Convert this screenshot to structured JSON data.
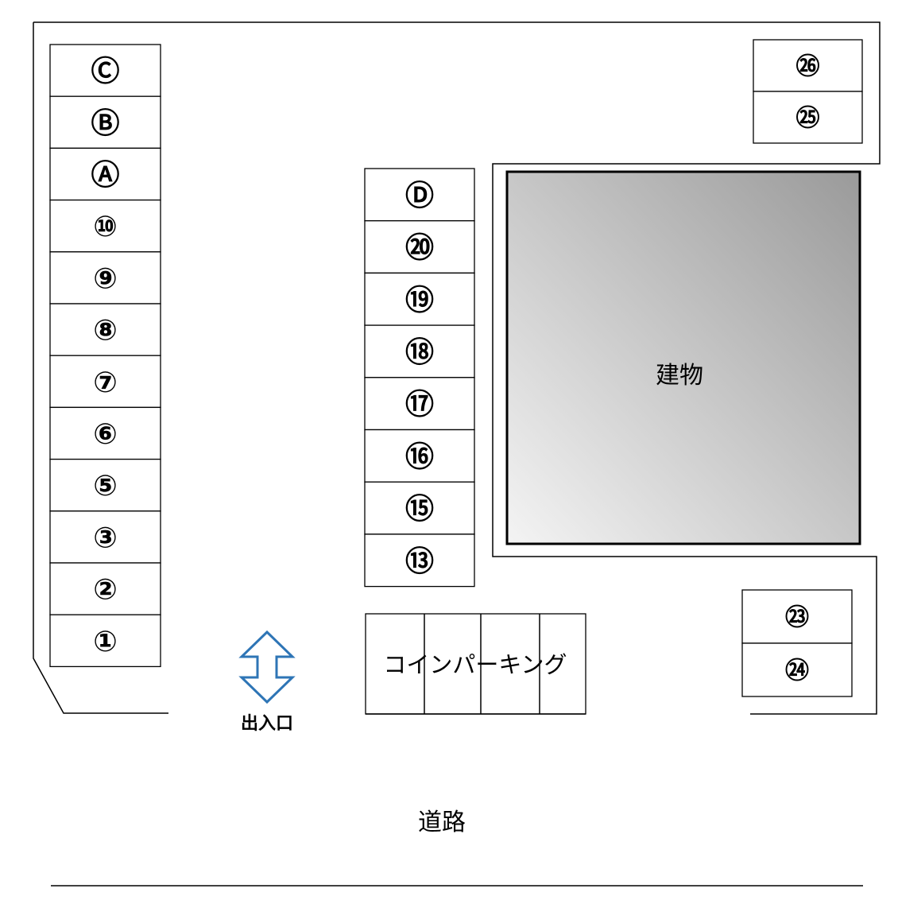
{
  "left_column": [
    "Ⓒ",
    "Ⓑ",
    "Ⓐ",
    "⑩",
    "⑨",
    "⑧",
    "⑦",
    "⑥",
    "⑤",
    "③",
    "②",
    "①"
  ],
  "middle_column": [
    "Ⓓ",
    "⑳",
    "⑲",
    "⑱",
    "⑰",
    "⑯",
    "⑮",
    "⑬"
  ],
  "top_right": [
    "㉖",
    "㉕"
  ],
  "bottom_right": [
    "㉓",
    "㉔"
  ],
  "building_label": "建物",
  "coin_parking_label": "コインパーキング",
  "entrance_label": "出入口",
  "road_label": "道路",
  "colors": {
    "arrow": "#2e75b6",
    "building_dark": "#9a9a9a",
    "building_light": "#f4f4f4"
  }
}
